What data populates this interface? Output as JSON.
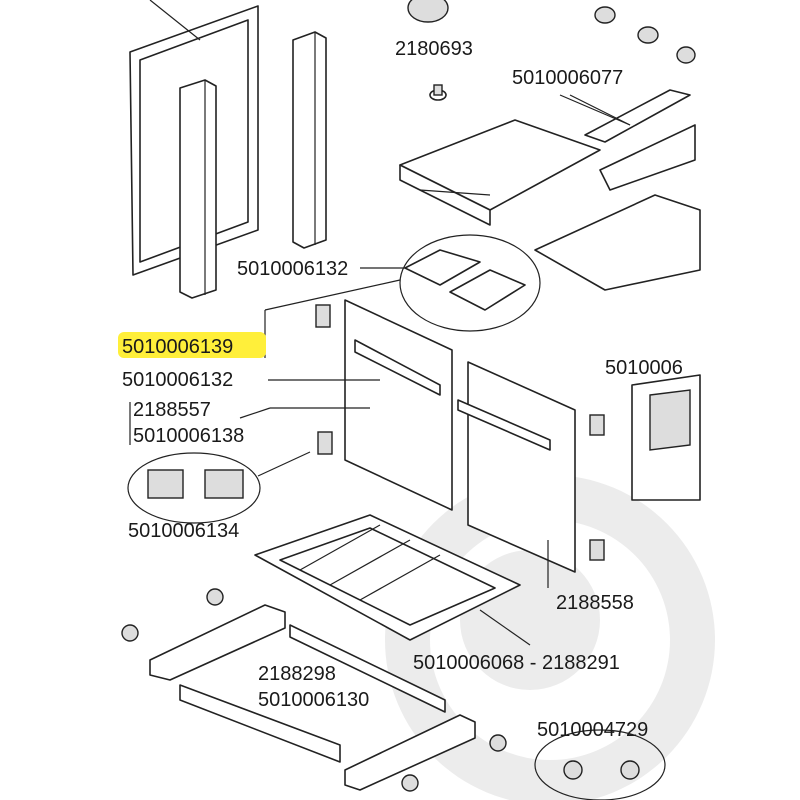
{
  "diagram": {
    "labels": {
      "a": "2180693",
      "b": "5010006077",
      "c": "5010006132",
      "d": "5010006139",
      "e": "5010006132",
      "f": "2188557",
      "g": "5010006138",
      "h": "5010006",
      "i": "5010006134",
      "j": "2188558",
      "k": "5010006068 - 2188291",
      "l": "2188298",
      "m": "5010006130",
      "n": "5010004729"
    },
    "highlight_color": "#ffef3a"
  }
}
